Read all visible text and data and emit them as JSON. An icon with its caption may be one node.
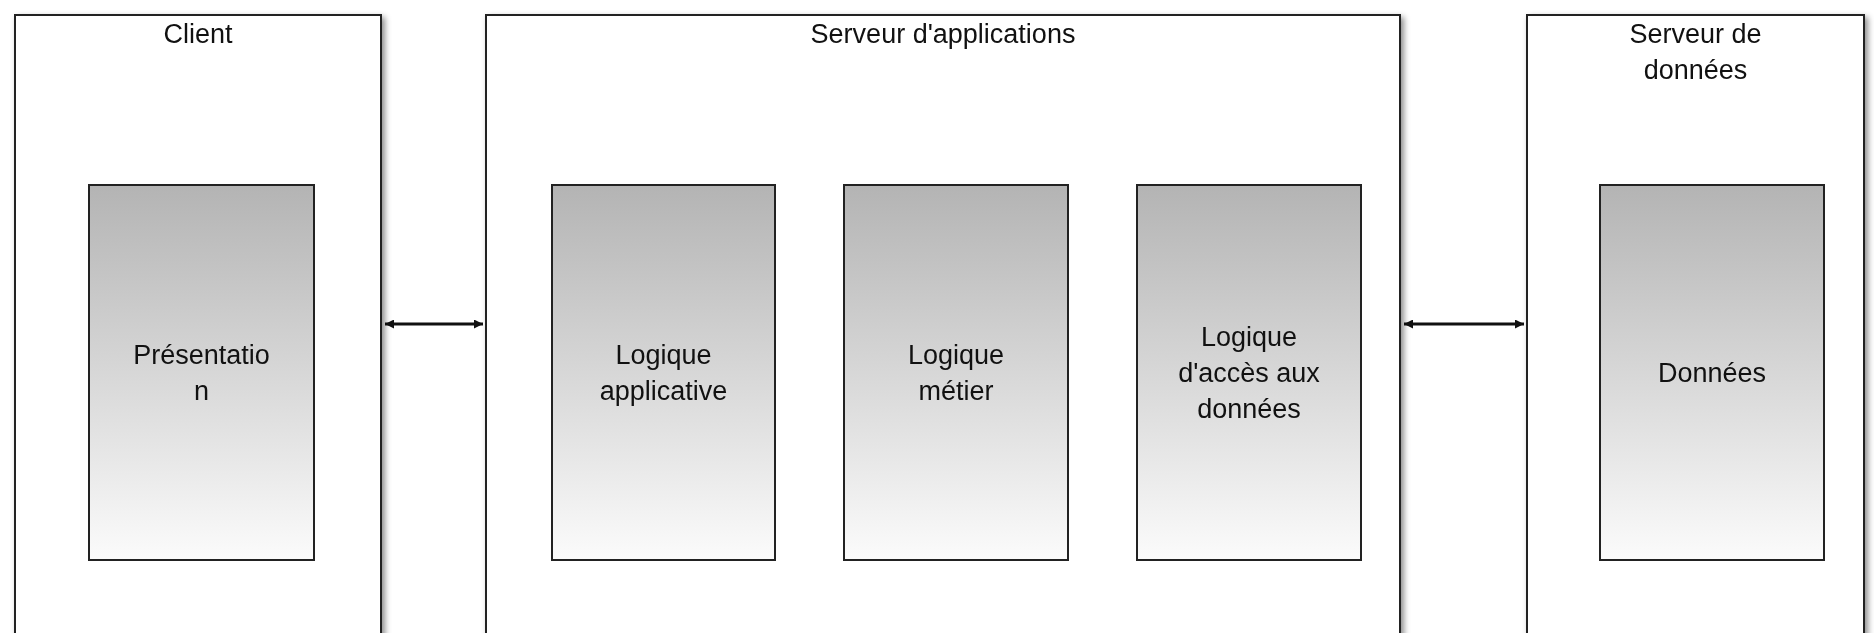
{
  "diagram": {
    "nodes": [
      {
        "text": [
          "Client"
        ]
      },
      {
        "text": [
          "Présentation"
        ],
        "in": 0
      },
      {
        "text": [
          "Serveur d'applications"
        ]
      },
      {
        "text": [
          "Logique applicative"
        ],
        "in": 2
      },
      {
        "text": [
          "Logique métier"
        ],
        "in": 2
      },
      {
        "text": [
          "Logique d'accès aux données"
        ],
        "in": 2
      },
      {
        "text": [
          "Serveur de données"
        ]
      },
      {
        "text": [
          "Données"
        ],
        "in": 6
      }
    ],
    "edges": [
      {
        "from": 0,
        "to": 2,
        "arrow": "both"
      },
      {
        "from": 2,
        "to": 6,
        "arrow": "both"
      }
    ]
  }
}
